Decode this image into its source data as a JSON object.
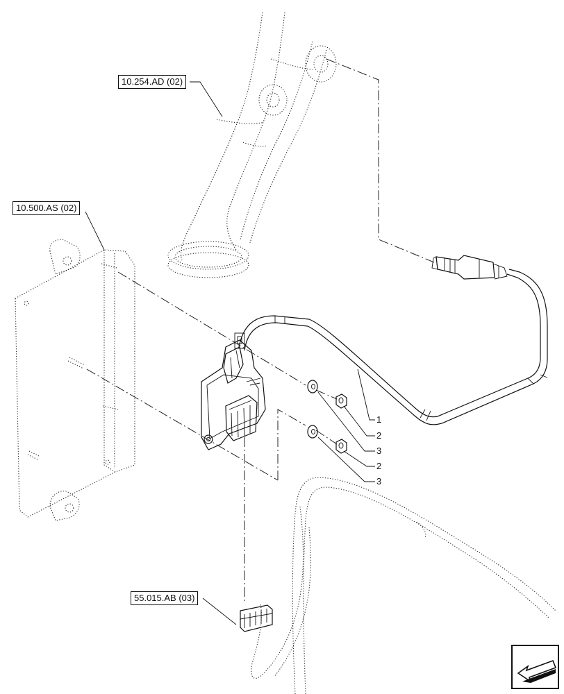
{
  "references": {
    "exhaust_pipe": "10.254.AD (02)",
    "bracket": "10.500.AS (02)",
    "connector": "55.015.AB (03)"
  },
  "callouts": [
    "1",
    "2",
    "3",
    "2",
    "3"
  ],
  "icons": {
    "corner": "navigation-arrow-icon"
  }
}
